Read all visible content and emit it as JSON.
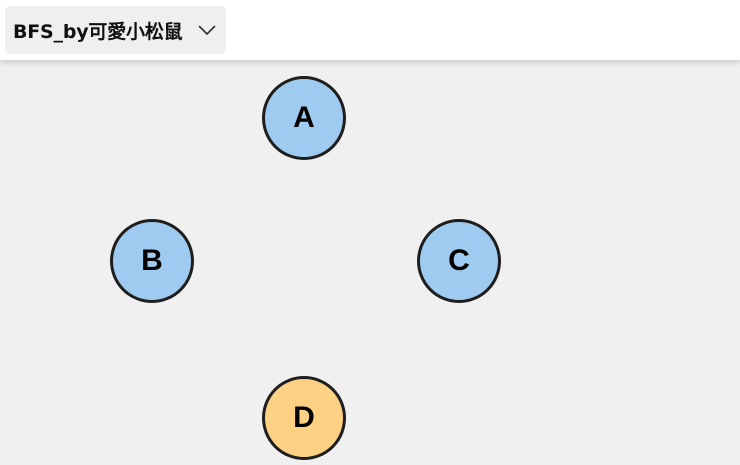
{
  "toolbar": {
    "title": "BFS_by可愛小松鼠"
  },
  "colors": {
    "visited": "#9fcbf0",
    "current": "#fdd184",
    "border": "#1e1e1e",
    "background": "#f0f0f0"
  },
  "graph": {
    "nodes": [
      {
        "label": "A",
        "state": "visited"
      },
      {
        "label": "B",
        "state": "visited"
      },
      {
        "label": "C",
        "state": "visited"
      },
      {
        "label": "D",
        "state": "current"
      }
    ]
  }
}
